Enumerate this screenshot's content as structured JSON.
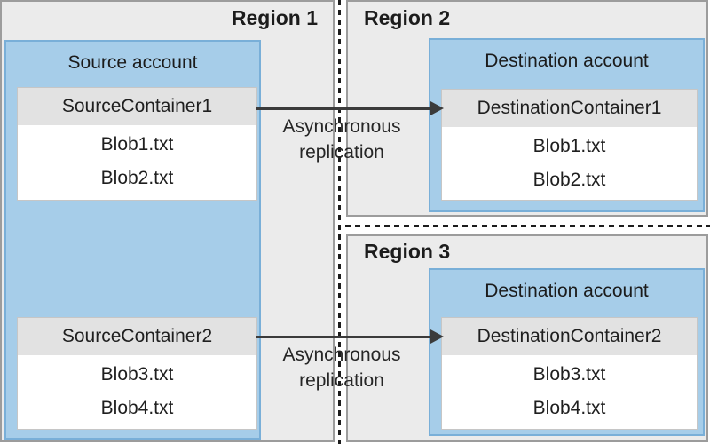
{
  "regions": [
    {
      "label": "Region 1"
    },
    {
      "label": "Region 2"
    },
    {
      "label": "Region 3"
    }
  ],
  "source_account": {
    "title": "Source account",
    "containers": [
      {
        "name": "SourceContainer1",
        "blobs": [
          "Blob1.txt",
          "Blob2.txt"
        ]
      },
      {
        "name": "SourceContainer2",
        "blobs": [
          "Blob3.txt",
          "Blob4.txt"
        ]
      }
    ]
  },
  "destination_accounts": [
    {
      "region": "Region 2",
      "title": "Destination account",
      "container": {
        "name": "DestinationContainer1",
        "blobs": [
          "Blob1.txt",
          "Blob2.txt"
        ]
      }
    },
    {
      "region": "Region 3",
      "title": "Destination account",
      "container": {
        "name": "DestinationContainer2",
        "blobs": [
          "Blob3.txt",
          "Blob4.txt"
        ]
      }
    }
  ],
  "arrows": [
    {
      "label": "Asynchronous\nreplication",
      "from": "SourceContainer1",
      "to": "DestinationContainer1"
    },
    {
      "label": "Asynchronous\nreplication",
      "from": "SourceContainer2",
      "to": "DestinationContainer2"
    }
  ],
  "colors": {
    "panel_fill": "#ebebeb",
    "panel_border": "#9c9c9c",
    "account_fill": "#a6cde9",
    "account_border": "#79afd8",
    "container_header_fill": "#e2e2e2",
    "dashed_line": "#1c1c1c",
    "arrow": "#3b3b3b"
  }
}
